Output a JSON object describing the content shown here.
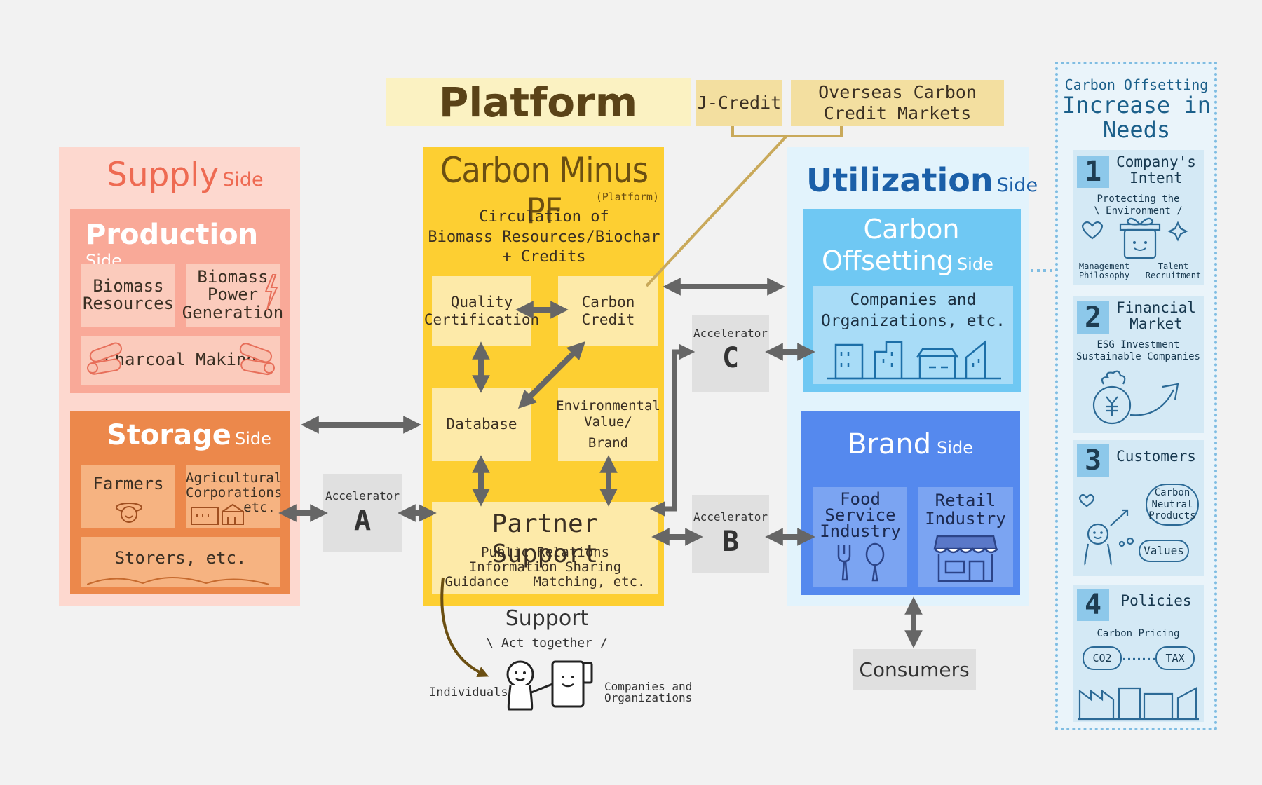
{
  "header": {
    "platform": "Platform",
    "jcredit": "J-Credit",
    "overseas_line1": "Overseas Carbon",
    "overseas_line2": "Credit Markets"
  },
  "supply": {
    "title": "Supply",
    "side": "Side",
    "production": {
      "title": "Production",
      "side": "Side",
      "biomass_resources": [
        "Biomass",
        "Resources"
      ],
      "biomass_power": [
        "Biomass",
        "Power",
        "Generation"
      ],
      "charcoal": "Charcoal Making"
    },
    "storage": {
      "title": "Storage",
      "side": "Side",
      "farmers": "Farmers",
      "agri": [
        "Agricultural",
        "Corporations",
        "etc."
      ],
      "storers": "Storers, etc."
    }
  },
  "pf": {
    "title": "Carbon Minus PF",
    "subtitle": "(Platform)",
    "desc": [
      "Circulation of",
      "Biomass Resources/Biochar",
      "+ Credits"
    ],
    "quality": [
      "Quality",
      "Certification"
    ],
    "carbon_credit": [
      "Carbon",
      "Credit"
    ],
    "database": "Database",
    "env_value": [
      "Environmental",
      "Value/",
      "Brand"
    ],
    "partner_title": "Partner Support",
    "partner_lines": [
      "Public Relations",
      "Information Sharing",
      "Guidance   Matching, etc."
    ]
  },
  "accelerators": {
    "label": "Accelerator",
    "a": "A",
    "b": "B",
    "c": "C"
  },
  "utilization": {
    "title": "Utilization",
    "side": "Side",
    "offset": {
      "title_line1": "Carbon",
      "title_line2": "Offsetting",
      "side": "Side",
      "orgs": [
        "Companies and",
        "Organizations, etc."
      ]
    },
    "brand": {
      "title": "Brand",
      "side": "Side",
      "food": [
        "Food",
        "Service",
        "Industry"
      ],
      "retail": [
        "Retail",
        "Industry"
      ]
    },
    "consumers": "Consumers"
  },
  "support": {
    "title": "Support",
    "subtitle": "\\ Act together /",
    "individuals": "Individuals",
    "companies": [
      "Companies and",
      "Organizations"
    ]
  },
  "needs": {
    "heading_small": "Carbon Offsetting",
    "heading_big": [
      "Increase in",
      "Needs"
    ],
    "items": [
      {
        "num": "1",
        "title": [
          "Company's",
          "Intent"
        ],
        "sub": [
          "Protecting the",
          "\\ Environment /"
        ],
        "foot_left": [
          "Management",
          "Philosophy"
        ],
        "foot_right": [
          "Talent",
          "Recruitment"
        ]
      },
      {
        "num": "2",
        "title": [
          "Financial",
          "Market"
        ],
        "sub": [
          "ESG Investment",
          "Sustainable Companies"
        ]
      },
      {
        "num": "3",
        "title": [
          "Customers"
        ],
        "bubble": [
          "Carbon",
          "Neutral",
          "Products"
        ],
        "values": "Values"
      },
      {
        "num": "4",
        "title": [
          "Policies"
        ],
        "sub": [
          "Carbon Pricing"
        ],
        "co2": "CO2",
        "tax": "TAX"
      }
    ]
  },
  "colors": {
    "supply_bg": "#fdd8cf",
    "production": "#f9a998",
    "storage": "#ec884b",
    "pf": "#fdcf32",
    "offset": "#6fc8f3",
    "brand": "#5589ee",
    "arrow": "#666666"
  }
}
